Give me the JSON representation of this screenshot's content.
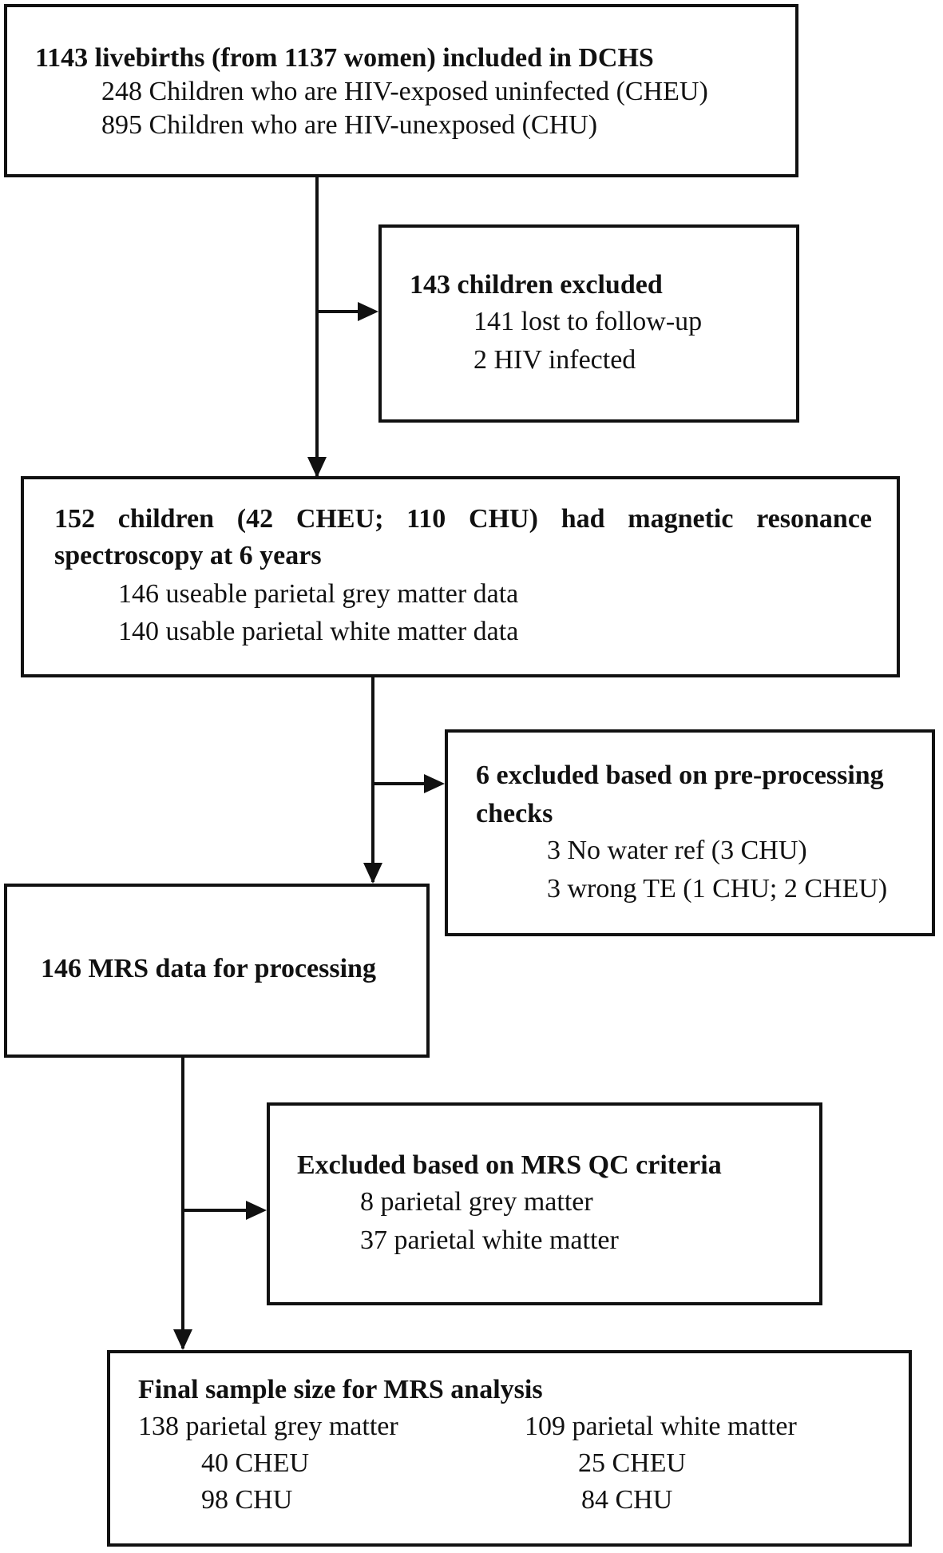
{
  "box1": {
    "title": "1143 livebirths (from 1137 women) included in DCHS",
    "line1": "248 Children who are HIV-exposed uninfected (CHEU)",
    "line2": "895 Children who are HIV-unexposed (CHU)"
  },
  "box2": {
    "title": "143 children excluded",
    "line1": "141 lost to follow-up",
    "line2": "2 HIV infected"
  },
  "box3": {
    "title_line1": "152 children (42 CHEU; 110 CHU) had magnetic resonance",
    "title_line2": "spectroscopy at 6 years",
    "line1": "146 useable parietal grey matter data",
    "line2": "140 usable parietal white matter data"
  },
  "box4": {
    "title_line1": "6 excluded based on pre-processing",
    "title_line2": "checks",
    "line1": "3 No water ref (3 CHU)",
    "line2": "3 wrong TE (1 CHU; 2 CHEU)"
  },
  "box5": {
    "title": "146 MRS data for processing"
  },
  "box6": {
    "title": "Excluded based on MRS QC criteria",
    "line1": "8 parietal grey matter",
    "line2": "37 parietal white matter"
  },
  "box7": {
    "title": "Final sample size for MRS analysis",
    "grey_header": "138 parietal grey matter",
    "grey_cheu": "40 CHEU",
    "grey_chu": "98 CHU",
    "white_header": "109 parietal white matter",
    "white_cheu": "25 CHEU",
    "white_chu": "84 CHU"
  }
}
